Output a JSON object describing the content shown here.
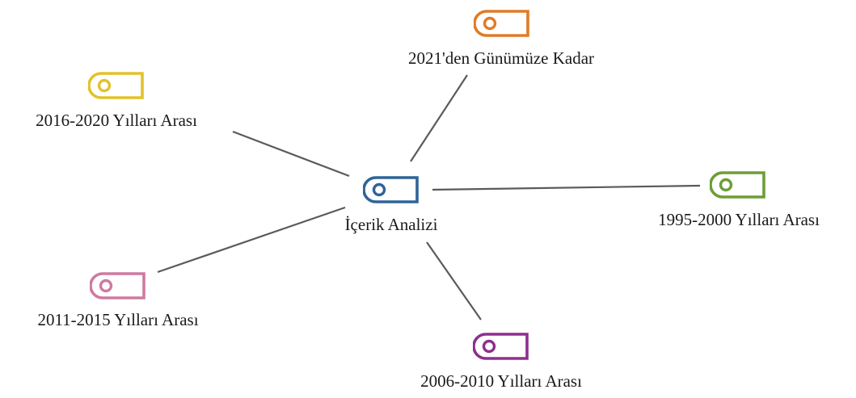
{
  "center": {
    "label": "İçerik Analizi",
    "color": "#2f6496"
  },
  "nodes": [
    {
      "key": "n2021",
      "label": "2021'den Günümüze Kadar",
      "color": "#e07b26"
    },
    {
      "key": "n2016",
      "label": "2016-2020 Yılları Arası",
      "color": "#e3c22b"
    },
    {
      "key": "n1995",
      "label": "1995-2000 Yılları Arası",
      "color": "#6d9e37"
    },
    {
      "key": "n2011",
      "label": "2011-2015 Yılları Arası",
      "color": "#cf7aa0"
    },
    {
      "key": "n2006",
      "label": "2006-2010 Yılları Arası",
      "color": "#8e2f8e"
    }
  ],
  "link_color": "#5a5a5a"
}
